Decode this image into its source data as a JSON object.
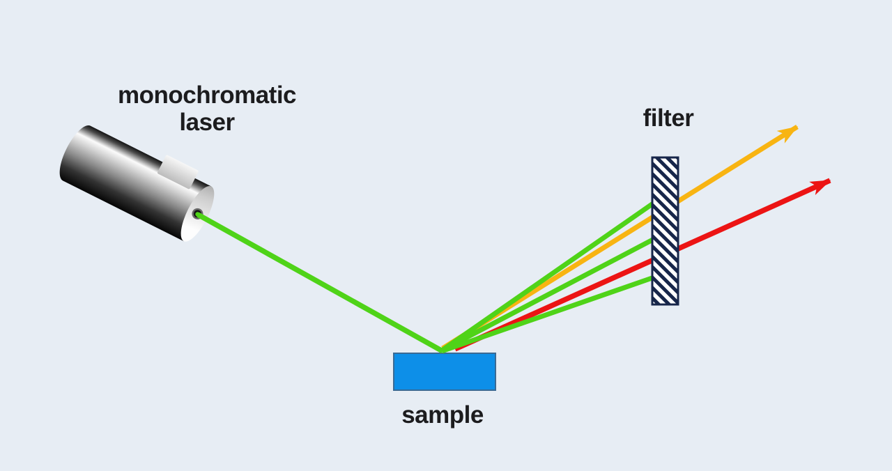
{
  "labels": {
    "laser_line1": "monochromatic",
    "laser_line2": "laser",
    "filter": "filter",
    "sample": "sample"
  },
  "colors": {
    "background": "#E7EDF4",
    "label_text": "#1C1C1E",
    "beam_green": "#4FD318",
    "beam_orange": "#F8B412",
    "beam_red": "#EC1414",
    "sample_fill": "#0D8FE8",
    "sample_border": "#3A6A94",
    "filter_stripe": "#17264A",
    "filter_bg": "#FFFFFF"
  },
  "scene": {
    "incident_beam_color_name": "green",
    "scattered_beam_color_names_top_to_bottom": [
      "green",
      "orange",
      "green",
      "red",
      "green"
    ],
    "beams_passing_filter": [
      "orange",
      "red"
    ],
    "beams_blocked_by_filter": [
      "green",
      "green",
      "green"
    ]
  }
}
